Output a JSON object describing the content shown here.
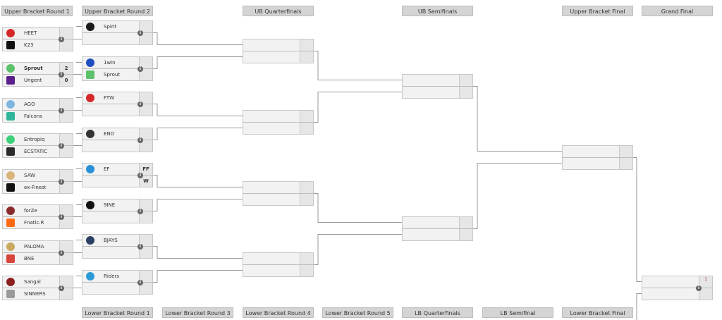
{
  "headers_top": [
    "Upper Bracket Round 1",
    "Upper Bracket Round 2",
    "UB Quarterfinals",
    "UB Semifinals",
    "Upper Bracket Final",
    "Grand Final"
  ],
  "headers_bottom": [
    "Lower Bracket Round 1",
    "Lower Bracket Round 3",
    "Lower Bracket Round 4",
    "Lower Bracket Round 5",
    "LB Quarterfinals",
    "LB Semifinal",
    "Lower Bracket Final"
  ],
  "rounds": {
    "ub_r1": [
      [
        {
          "name": "HEET",
          "color": "#d62828",
          "score": ""
        },
        {
          "name": "K23",
          "color": "#111111",
          "score": ""
        }
      ],
      [
        {
          "name": "Sprout",
          "color": "#5cc26b",
          "score": "2",
          "win": true
        },
        {
          "name": "Ungent",
          "color": "#5a1f8c",
          "score": "0"
        }
      ],
      [
        {
          "name": "AGO",
          "color": "#7fb6e0",
          "score": ""
        },
        {
          "name": "Falcons",
          "color": "#2fb59a",
          "score": ""
        }
      ],
      [
        {
          "name": "Entropiq",
          "color": "#3bd17a",
          "score": ""
        },
        {
          "name": "ECSTATIC",
          "color": "#2b2b2b",
          "score": ""
        }
      ],
      [
        {
          "name": "SAW",
          "color": "#d9b47a",
          "score": ""
        },
        {
          "name": "ex-Finest",
          "color": "#111111",
          "score": ""
        }
      ],
      [
        {
          "name": "forZe",
          "color": "#8a2a2a",
          "score": ""
        },
        {
          "name": "Fnatic.R",
          "color": "#ff6a13",
          "score": ""
        }
      ],
      [
        {
          "name": "PALOMA",
          "color": "#c9a860",
          "score": ""
        },
        {
          "name": "BNE",
          "color": "#d8443a",
          "score": ""
        }
      ],
      [
        {
          "name": "Sangal",
          "color": "#8b1e1e",
          "score": ""
        },
        {
          "name": "SINNERS",
          "color": "#9a9a9a",
          "score": ""
        }
      ]
    ],
    "ub_r2": [
      [
        {
          "name": "Spirit",
          "color": "#1a1a1a",
          "score": ""
        },
        {
          "name": "",
          "color": "",
          "score": ""
        }
      ],
      [
        {
          "name": "1win",
          "color": "#1f4fbf",
          "score": ""
        },
        {
          "name": "Sprout",
          "color": "#5cc26b",
          "score": ""
        }
      ],
      [
        {
          "name": "FTW",
          "color": "#d62828",
          "score": ""
        },
        {
          "name": "",
          "color": "",
          "score": ""
        }
      ],
      [
        {
          "name": "END",
          "color": "#333333",
          "score": ""
        },
        {
          "name": "",
          "color": "",
          "score": ""
        }
      ],
      [
        {
          "name": "EF",
          "color": "#2a8fd6",
          "score": "FF"
        },
        {
          "name": "",
          "color": "",
          "score": "W"
        }
      ],
      [
        {
          "name": "9INE",
          "color": "#111111",
          "score": ""
        },
        {
          "name": "",
          "color": "",
          "score": ""
        }
      ],
      [
        {
          "name": "BJAYS",
          "color": "#2e3f66",
          "score": ""
        },
        {
          "name": "",
          "color": "",
          "score": ""
        }
      ],
      [
        {
          "name": "Riders",
          "color": "#2a9bd6",
          "score": ""
        },
        {
          "name": "",
          "color": "",
          "score": ""
        }
      ]
    ],
    "ub_qf": [
      [
        {
          "name": "",
          "score": ""
        },
        {
          "name": "",
          "score": ""
        }
      ],
      [
        {
          "name": "",
          "score": ""
        },
        {
          "name": "",
          "score": ""
        }
      ],
      [
        {
          "name": "",
          "score": ""
        },
        {
          "name": "",
          "score": ""
        }
      ],
      [
        {
          "name": "",
          "score": ""
        },
        {
          "name": "",
          "score": ""
        }
      ]
    ],
    "ub_sf": [
      [
        {
          "name": "",
          "score": ""
        },
        {
          "name": "",
          "score": ""
        }
      ],
      [
        {
          "name": "",
          "score": ""
        },
        {
          "name": "",
          "score": ""
        }
      ]
    ],
    "ub_final": [
      [
        {
          "name": "",
          "score": ""
        },
        {
          "name": "",
          "score": ""
        }
      ]
    ],
    "grand_final": [
      [
        {
          "name": "",
          "score": "1"
        },
        {
          "name": "",
          "score": ""
        }
      ]
    ]
  },
  "info_label": "i"
}
